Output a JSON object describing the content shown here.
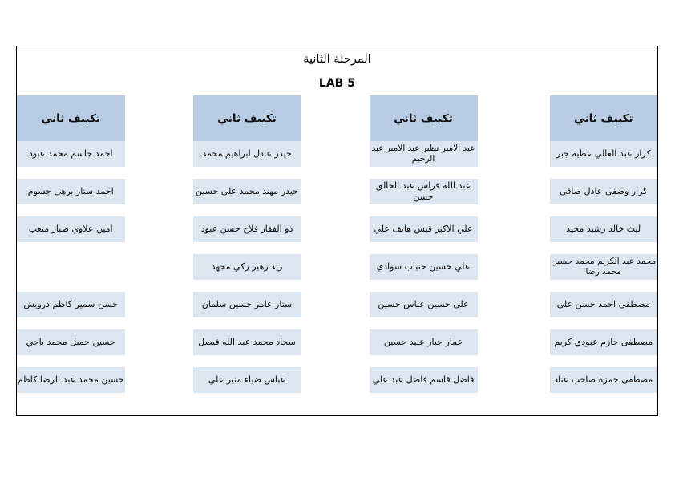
{
  "document": {
    "title": "المرحلة الثانية",
    "subtitle": "LAB 5"
  },
  "table": {
    "column_header_label": "تكييف ثاني",
    "colors": {
      "header_fill": "#b8cce4",
      "cell_fill": "#dce6f1",
      "border": "#000000",
      "page_background": "#ffffff"
    },
    "columns": [
      {
        "header": "تكييف ثاني",
        "cells": [
          "كرار عبد العالي عطيه جبر",
          "كرار وصفي عادل صافي",
          "ليث خالد رشيد مجيد",
          "محمد عبد الكريم محمد حسين محمد رضا",
          "مصطفى احمد حسن علي",
          "مصطفى حازم عبودي كريم",
          "مصطفى حمزة صاحب عناد"
        ]
      },
      {
        "header": "تكييف ثاني",
        "cells": [
          "عبد الامير نظير عبد الامير عبد الرحيم",
          "عبد الله فراس عبد الخالق حسن",
          "علي الاكبر قيس هاتف علي",
          "علي حسين خنياب سوادي",
          "علي حسين عباس حسين",
          "عمار جبار عبيد حسين",
          "فاضل قاسم فاضل عبد علي"
        ]
      },
      {
        "header": "تكييف ثاني",
        "cells": [
          "حيدر عادل ابراهيم محمد",
          "حيدر مهند محمد علي حسين",
          "ذو الفقار فلاح حسن عبود",
          "زيد زهير زكي مجهد",
          "ستار عامر حسين سلمان",
          "سجاد محمد عبد الله فيصل",
          "عباس ضياء منير علي"
        ]
      },
      {
        "header": "تكييف ثاني",
        "cells": [
          "احمد جاسم محمد عبود",
          "احمد ستار برهي جسوم",
          "امين علاوي صبار متعب",
          "",
          "حسن سمير كاظم درويش",
          "حسين جميل محمد باجي",
          "حسين محمد عبد الرضا كاظم"
        ]
      }
    ]
  }
}
